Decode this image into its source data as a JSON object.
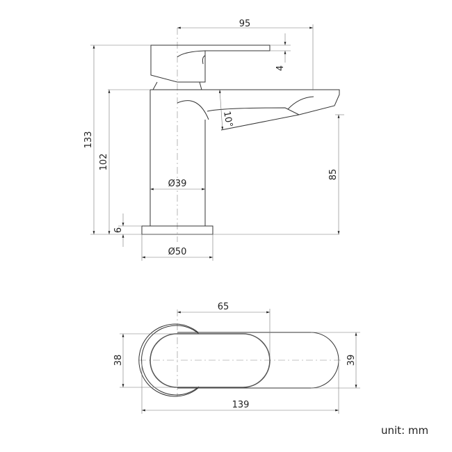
{
  "dimensions": {
    "spout_reach": "95",
    "handle_thickness": "4",
    "total_height": "133",
    "body_height": "102",
    "base_height": "6",
    "spout_height": "85",
    "spout_angle": "10°",
    "body_diameter": "Ø39",
    "base_diameter": "Ø50",
    "handle_length": "65",
    "handle_width": "38",
    "spout_width": "39",
    "total_length": "139"
  },
  "unit_label": "unit: mm"
}
